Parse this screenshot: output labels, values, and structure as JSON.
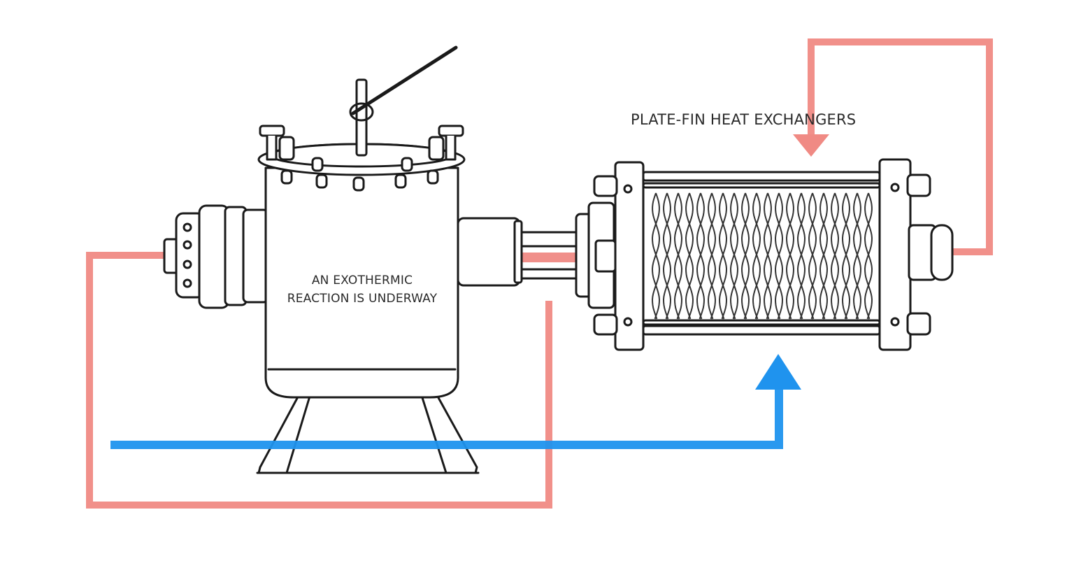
{
  "labels": {
    "reactor_line1": "AN EXOTHERMIC",
    "reactor_line2": "REACTION IS UNDERWAY",
    "heat_exchanger": "PLATE-FIN HEAT EXCHANGERS"
  },
  "colors": {
    "hot_line": "#f08a84",
    "cold_line": "#1f93ee",
    "outline": "#1a1a1a",
    "background": "#ffffff"
  },
  "components": {
    "reactor": "reactor-vessel",
    "exchanger": "plate-fin-heat-exchanger"
  }
}
